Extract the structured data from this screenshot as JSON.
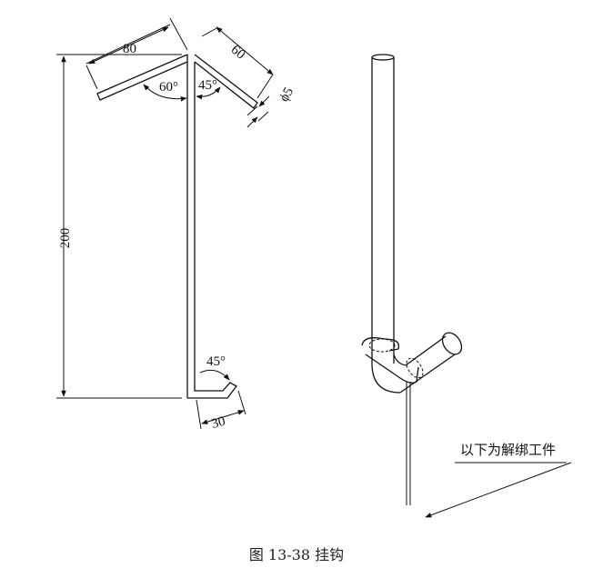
{
  "figure": {
    "caption": "图 13-38   挂钩",
    "dimensions": {
      "length_top_left": "80",
      "length_top_right": "60",
      "diameter": "ϕ5",
      "angle_left": "60°",
      "angle_right": "45°",
      "height": "200",
      "bottom_angle": "45°",
      "bottom_length": "30"
    },
    "annotation": "以下为解绑工件"
  }
}
